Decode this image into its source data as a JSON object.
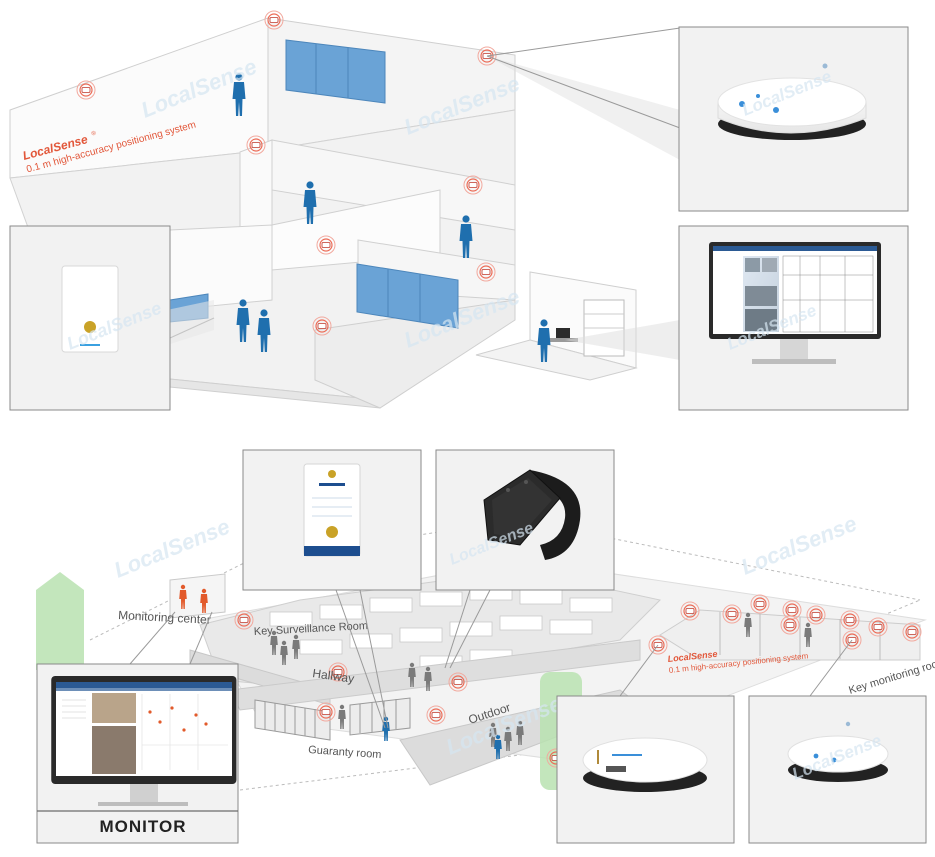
{
  "brand": {
    "name": "LocalSense",
    "reg": "®",
    "tagline": "0.1 m high-accuracy positioning system",
    "watermark": "LocalSense"
  },
  "rooms": {
    "monitoring_center": "Monitoring center",
    "key_surveillance": "Key Surveillance Room",
    "hallway": "Hallway",
    "outdoor": "Outdoor",
    "guaranty": "Guaranty room",
    "key_monitoring": "Key monitoring room"
  },
  "callouts": {
    "monitor_caption": "MONITOR"
  },
  "colors": {
    "person": "#1f6fae",
    "person_alert": "#e25a2b",
    "cabinet": "#6aa3d6",
    "anchor": "#e7432c",
    "green_tower": "#b8e2b0",
    "panel_bg": "#f2f2f2",
    "panel_border": "#8a8a8a"
  }
}
